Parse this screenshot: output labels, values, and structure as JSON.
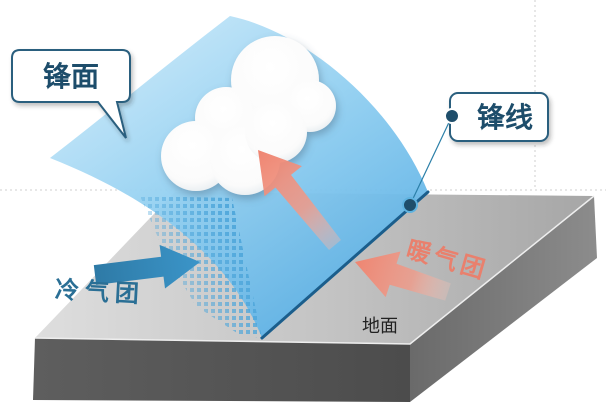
{
  "labels": {
    "frontal_surface": "锋面",
    "front_line": "锋线",
    "warm_air_mass": "暖气团",
    "cold_air_mass": "冷气团",
    "ground": "地面"
  },
  "colors": {
    "frontal_surface": "#7cc4ec",
    "front_line": "#1b5e8c",
    "warm_air": "#e9806d",
    "cold_air": "#2a6f95",
    "ground_label": "#222222",
    "callout_border": "#2b5f7e",
    "callout_text": "#1d4d6b"
  }
}
